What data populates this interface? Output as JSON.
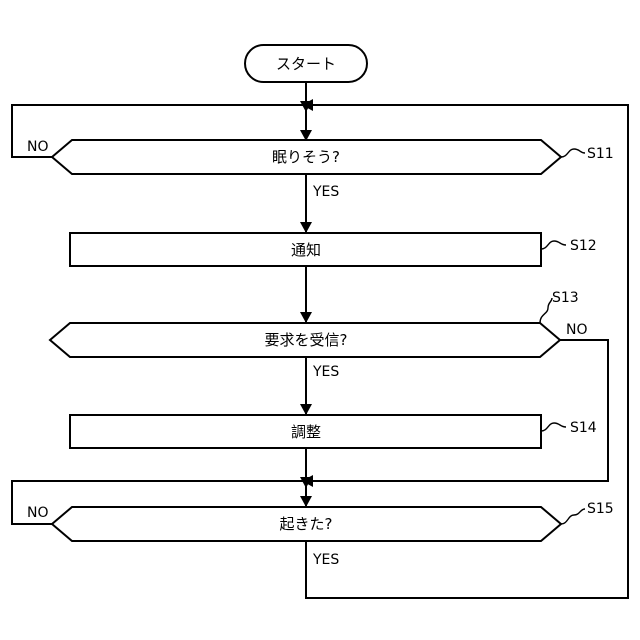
{
  "start": {
    "label": "スタート"
  },
  "steps": [
    {
      "id": "S11",
      "type": "decision",
      "label": "眠りそう?",
      "yes": "YES",
      "no": "NO"
    },
    {
      "id": "S12",
      "type": "process",
      "label": "通知"
    },
    {
      "id": "S13",
      "type": "decision",
      "label": "要求を受信?",
      "yes": "YES",
      "no": "NO"
    },
    {
      "id": "S14",
      "type": "process",
      "label": "調整"
    },
    {
      "id": "S15",
      "type": "decision",
      "label": "起きた?",
      "yes": "YES",
      "no": "NO"
    }
  ]
}
